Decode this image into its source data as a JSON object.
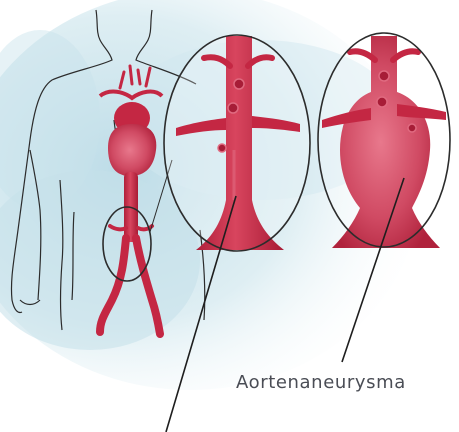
{
  "labels": {
    "aneurysm": "Aortenaneurysma"
  },
  "colors": {
    "vessel": "#c42743",
    "vessel_dark": "#a71d37",
    "vessel_light": "#e06a80",
    "outline": "#2c2c2c",
    "background_wash": "#cfe6ee"
  },
  "panels": [
    {
      "name": "healthy-aorta-zoom"
    },
    {
      "name": "aneurysm-aorta-zoom"
    }
  ]
}
